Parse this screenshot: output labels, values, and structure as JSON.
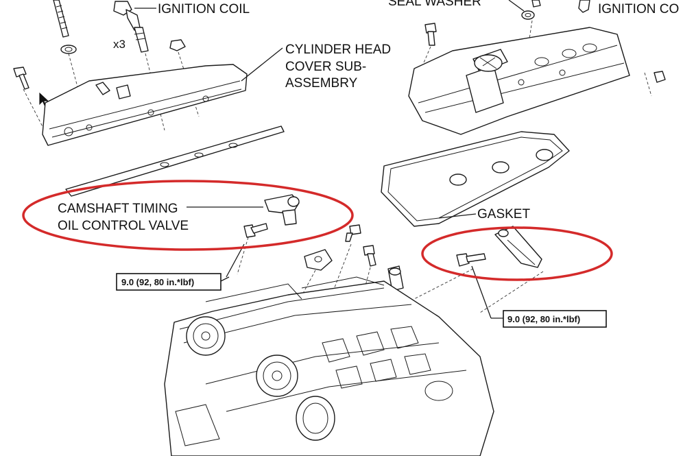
{
  "labels": {
    "ignition_coil_left": "IGNITION COIL",
    "ignition_coil_right": "IGNITION CO",
    "seal_washer": "SEAL WASHER",
    "quantity": "x3",
    "cylinder_head_cover_line1": "CYLINDER HEAD",
    "cylinder_head_cover_line2": "COVER SUB-",
    "cylinder_head_cover_line3": "ASSEMBRY",
    "camshaft_valve_line1": "CAMSHAFT TIMING",
    "camshaft_valve_line2": "OIL CONTROL VALVE",
    "gasket": "GASKET"
  },
  "torque": {
    "left": "9.0 (92, 80 in.*lbf)",
    "right": "9.0 (92, 80 in.*lbf)"
  },
  "colors": {
    "highlight": "#d42a2a",
    "line": "#1a1a1a",
    "background": "#ffffff"
  },
  "icons": {
    "cursor": "mouse-pointer-icon"
  }
}
